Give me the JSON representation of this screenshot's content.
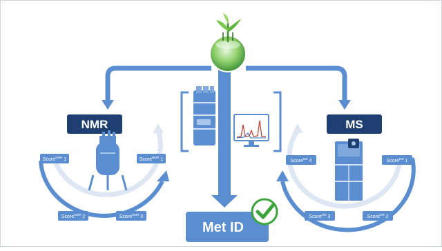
{
  "colors": {
    "main_blue": "#5b8ed0",
    "dark_navy": "#1f3f73",
    "light_cycle": "#dde6f3",
    "check_green": "#3aa43a"
  },
  "labels": {
    "nmr": "NMR",
    "ms": "MS",
    "met_id": "Met ID"
  },
  "nmr_scores": [
    {
      "base": "Score",
      "sup": "NMR",
      "suffix": " 1"
    },
    {
      "base": "Score",
      "sup": "NMR",
      "suffix": " 1"
    },
    {
      "base": "Score",
      "sup": "NMR",
      "suffix": " 2"
    },
    {
      "base": "Score",
      "sup": "NMR",
      "suffix": " 3"
    }
  ],
  "ms_scores": [
    {
      "base": "Score",
      "sup": "MS",
      "suffix": " 4"
    },
    {
      "base": "Score",
      "sup": "MS",
      "suffix": " 1"
    },
    {
      "base": "Score",
      "sup": "MS",
      "suffix": " 3"
    },
    {
      "base": "Score",
      "sup": "MS",
      "suffix": " 2"
    }
  ],
  "icons": [
    "plant-globe-icon",
    "nmr-spectrometer-icon",
    "lc-instrument-icon",
    "spectrum-monitor-icon",
    "mass-spectrometer-icon",
    "checkmark-icon"
  ]
}
